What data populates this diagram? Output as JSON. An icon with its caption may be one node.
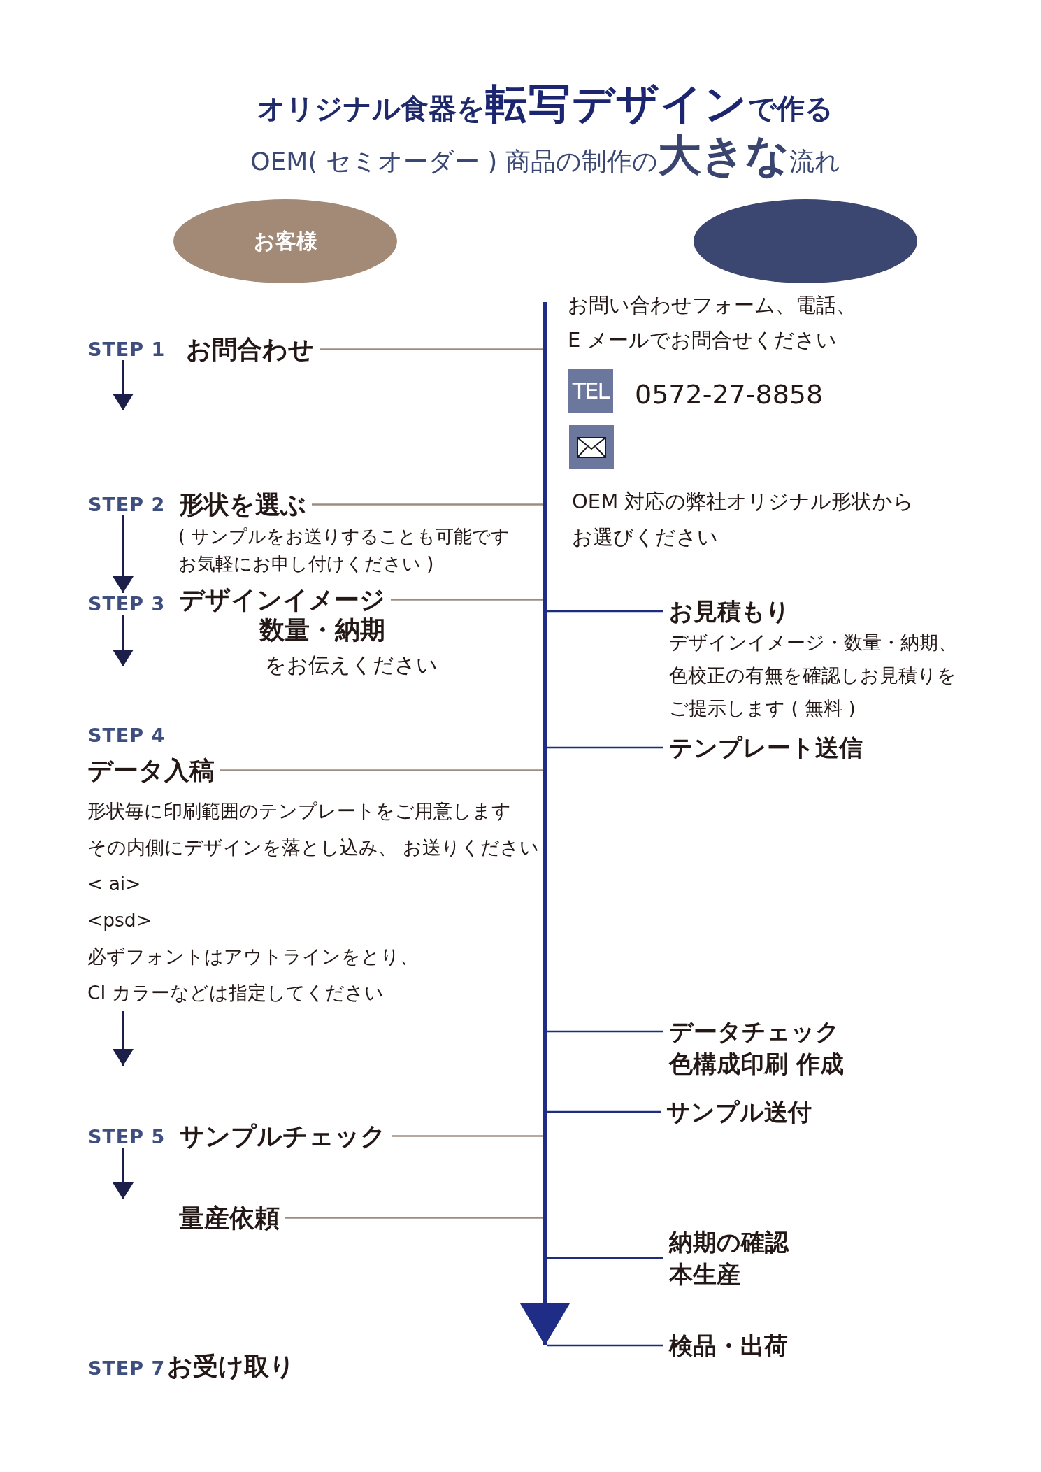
{
  "diagram": {
    "title": "オリジナル食器を**転写デザイン**で作る",
    "nodes": [
      {
        "text": [
          "お客様"
        ]
      },
      {
        "text": [],
        "shape": "ellipse"
      },
      {
        "text": [],
        "shape": "arrow"
      },
      {
        "text": [
          "STEP 1"
        ]
      },
      {
        "text": [
          "お問合わせ"
        ]
      },
      {
        "text": [
          "STEP 2"
        ]
      },
      {
        "text": [
          "形状を選ぶ"
        ],
        "beside": [
          "( サンプルをお送りすることも可能ですお気軽にお申し付けください )"
        ]
      },
      {
        "text": [
          "STEP 3"
        ]
      },
      {
        "text": [
          "デザインイメージ",
          "数量・納期"
        ],
        "beside": [
          "をお伝えください"
        ]
      },
      {
        "text": [
          "お見積もり",
          "デザインイメージ・数量・納期、色校正の有無を確認しお見積りをご提示します ( 無料 )"
        ]
      },
      {
        "text": [
          "STEP 4"
        ]
      },
      {
        "text": [
          "テンプレート送信"
        ]
      },
      {
        "text": [
          "データ入稿"
        ]
      },
      {
        "text": [
          "形状毎に印刷範囲のテンプレートをご用意します",
          "その内側にデザインを落とし込み、 お送りください",
          "< ai>",
          "<psd>",
          "必ずフォントはアウトラインをとり、",
          "CI カラーなどは指定してください"
        ]
      },
      {
        "text": [
          "データチェック",
          "色構成印刷 作成"
        ]
      },
      {
        "text": [
          "サンプル送付"
        ]
      },
      {
        "text": [
          "STEP 5"
        ]
      },
      {
        "text": [
          "サンプルチェック"
        ]
      },
      {
        "text": [
          "量産依頼"
        ]
      },
      {
        "text": [
          "納期の確認",
          "本生産"
        ]
      },
      {
        "text": [
          "検品・出荷"
        ]
      },
      {
        "text": [
          "STEP 7"
        ]
      },
      {
        "text": [
          "お受け取り"
        ]
      }
    ],
    "edges": [
      {
        "from": 4,
        "to": 2,
        "arrow": "none",
        "color": "#9c8d80"
      },
      {
        "from": 3,
        "to": null,
        "arrow": "to",
        "color": "#1b1f4a"
      },
      {
        "from": 6,
        "to": 2,
        "arrow": "none",
        "color": "#9c8d80"
      },
      {
        "from": 5,
        "to": 7,
        "arrow": "to",
        "color": "#1b1f4a"
      },
      {
        "from": 8,
        "to": 2,
        "arrow": "none",
        "color": "#9c8d80"
      },
      {
        "from": 7,
        "to": null,
        "arrow": "to",
        "color": "#1b1f4a"
      },
      {
        "from": 2,
        "to": 9,
        "arrow": "none",
        "color": "#1e2c7c"
      },
      {
        "from": 2,
        "to": 11,
        "arrow": "none",
        "color": "#1e2c7c"
      },
      {
        "from": 12,
        "to": 2,
        "arrow": "none",
        "color": "#9c8d80"
      },
      {
        "from": 13,
        "to": null,
        "arrow": "to",
        "color": "#1b1f4a"
      },
      {
        "from": 2,
        "to": 14,
        "arrow": "none",
        "color": "#1e2c7c"
      },
      {
        "from": 2,
        "to": 15,
        "arrow": "none",
        "color": "#1e2c7c"
      },
      {
        "from": 17,
        "to": 2,
        "arrow": "none",
        "color": "#9c8d80"
      },
      {
        "from": 16,
        "to": null,
        "arrow": "to",
        "color": "#1b1f4a"
      },
      {
        "from": 18,
        "to": 2,
        "arrow": "none",
        "color": "#9c8d80"
      },
      {
        "from": 2,
        "to": 19,
        "arrow": "none",
        "color": "#1e2c7c"
      },
      {
        "from": 2,
        "to": 20,
        "arrow": "none",
        "color": "#1e2c7c"
      }
    ],
    "labels": [
      "OEM( セミオーダー ) 商品の制作の**大きな**流れ",
      "お問い合わせフォーム、電話、 E メールでお問合せください",
      "TEL",
      "0572-27-8858",
      "OEM 対応の弊社オリジナル形状からお選びください"
    ]
  }
}
